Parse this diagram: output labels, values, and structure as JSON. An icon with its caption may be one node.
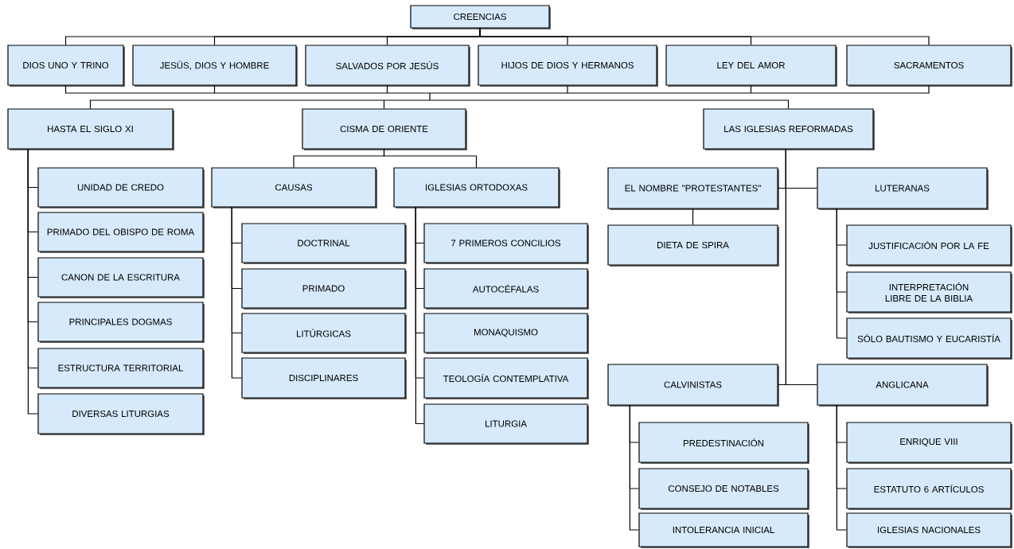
{
  "diagram": {
    "nodes": [
      {
        "text": [
          "CREENCIAS"
        ]
      },
      {
        "text": [
          "DIOS UNO Y TRINO"
        ]
      },
      {
        "text": [
          "JESÚS, DIOS Y HOMBRE"
        ]
      },
      {
        "text": [
          "SALVADOS POR JESÚS"
        ]
      },
      {
        "text": [
          "HIJOS DE DIOS Y HERMANOS"
        ]
      },
      {
        "text": [
          "LEY DEL AMOR"
        ]
      },
      {
        "text": [
          "SACRAMENTOS"
        ]
      },
      {
        "text": [
          "HASTA EL SIGLO XI"
        ]
      },
      {
        "text": [
          "CISMA DE ORIENTE"
        ]
      },
      {
        "text": [
          "LAS IGLESIAS REFORMADAS"
        ]
      },
      {
        "text": [
          "UNIDAD DE CREDO"
        ]
      },
      {
        "text": [
          "PRIMADO DEL OBISPO DE ROMA"
        ]
      },
      {
        "text": [
          "CANON DE LA ESCRITURA"
        ]
      },
      {
        "text": [
          "PRINCIPALES DOGMAS"
        ]
      },
      {
        "text": [
          "ESTRUCTURA TERRITORIAL"
        ]
      },
      {
        "text": [
          "DIVERSAS LITURGIAS"
        ]
      },
      {
        "text": [
          "CAUSAS"
        ]
      },
      {
        "text": [
          "IGLESIAS ORTODOXAS"
        ]
      },
      {
        "text": [
          "DOCTRINAL"
        ]
      },
      {
        "text": [
          "PRIMADO"
        ]
      },
      {
        "text": [
          "LITÚRGICAS"
        ]
      },
      {
        "text": [
          "DISCIPLINARES"
        ]
      },
      {
        "text": [
          "7 PRIMEROS CONCILIOS"
        ]
      },
      {
        "text": [
          "AUTOCÉFALAS"
        ]
      },
      {
        "text": [
          "MONAQUISMO"
        ]
      },
      {
        "text": [
          "TEOLOGÍA CONTEMPLATIVA"
        ]
      },
      {
        "text": [
          "LITURGIA"
        ]
      },
      {
        "text": [
          "EL NOMBRE \"PROTESTANTES\""
        ]
      },
      {
        "text": [
          "DIETA DE SPIRA"
        ]
      },
      {
        "text": [
          "LUTERANAS"
        ]
      },
      {
        "text": [
          "JUSTIFICACIÓN POR LA FE"
        ]
      },
      {
        "text": [
          "INTERPRETACIÓN LIBRE DE LA BIBLIA"
        ]
      },
      {
        "text": [
          "SÓLO BAUTISMO Y EUCARISTÍA"
        ]
      },
      {
        "text": [
          "CALVINISTAS"
        ]
      },
      {
        "text": [
          "ANGLICANA"
        ]
      },
      {
        "text": [
          "PREDESTINACIÓN"
        ]
      },
      {
        "text": [
          "CONSEJO DE NOTABLES"
        ]
      },
      {
        "text": [
          "INTOLERANCIA INICIAL"
        ]
      },
      {
        "text": [
          "ENRIQUE VIII"
        ]
      },
      {
        "text": [
          "ESTATUTO 6 ARTÍCULOS"
        ]
      },
      {
        "text": [
          "IGLESIAS NACIONALES"
        ]
      }
    ],
    "edges": [
      {
        "from": 0,
        "to": 1,
        "arrow": "none"
      },
      {
        "from": 0,
        "to": 2,
        "arrow": "none"
      },
      {
        "from": 0,
        "to": 3,
        "arrow": "none"
      },
      {
        "from": 0,
        "to": 4,
        "arrow": "none"
      },
      {
        "from": 0,
        "to": 5,
        "arrow": "none"
      },
      {
        "from": 0,
        "to": 6,
        "arrow": "none"
      },
      {
        "from": 1,
        "to": 7,
        "arrow": "none"
      },
      {
        "from": 1,
        "to": 8,
        "arrow": "none"
      },
      {
        "from": 1,
        "to": 9,
        "arrow": "none"
      },
      {
        "from": 2,
        "to": 7,
        "arrow": "none"
      },
      {
        "from": 2,
        "to": 8,
        "arrow": "none"
      },
      {
        "from": 2,
        "to": 9,
        "arrow": "none"
      },
      {
        "from": 3,
        "to": 7,
        "arrow": "none"
      },
      {
        "from": 3,
        "to": 8,
        "arrow": "none"
      },
      {
        "from": 3,
        "to": 9,
        "arrow": "none"
      },
      {
        "from": 4,
        "to": 7,
        "arrow": "none"
      },
      {
        "from": 4,
        "to": 8,
        "arrow": "none"
      },
      {
        "from": 4,
        "to": 9,
        "arrow": "none"
      },
      {
        "from": 5,
        "to": 7,
        "arrow": "none"
      },
      {
        "from": 5,
        "to": 8,
        "arrow": "none"
      },
      {
        "from": 5,
        "to": 9,
        "arrow": "none"
      },
      {
        "from": 6,
        "to": 7,
        "arrow": "none"
      },
      {
        "from": 6,
        "to": 8,
        "arrow": "none"
      },
      {
        "from": 6,
        "to": 9,
        "arrow": "none"
      },
      {
        "from": 7,
        "to": 10,
        "arrow": "none"
      },
      {
        "from": 7,
        "to": 11,
        "arrow": "none"
      },
      {
        "from": 7,
        "to": 12,
        "arrow": "none"
      },
      {
        "from": 7,
        "to": 13,
        "arrow": "none"
      },
      {
        "from": 7,
        "to": 14,
        "arrow": "none"
      },
      {
        "from": 7,
        "to": 15,
        "arrow": "none"
      },
      {
        "from": 8,
        "to": 16,
        "arrow": "none"
      },
      {
        "from": 8,
        "to": 17,
        "arrow": "none"
      },
      {
        "from": 16,
        "to": 18,
        "arrow": "none"
      },
      {
        "from": 16,
        "to": 19,
        "arrow": "none"
      },
      {
        "from": 16,
        "to": 20,
        "arrow": "none"
      },
      {
        "from": 16,
        "to": 21,
        "arrow": "none"
      },
      {
        "from": 17,
        "to": 22,
        "arrow": "none"
      },
      {
        "from": 17,
        "to": 23,
        "arrow": "none"
      },
      {
        "from": 17,
        "to": 24,
        "arrow": "none"
      },
      {
        "from": 17,
        "to": 25,
        "arrow": "none"
      },
      {
        "from": 17,
        "to": 26,
        "arrow": "none"
      },
      {
        "from": 9,
        "to": 27,
        "arrow": "none"
      },
      {
        "from": 9,
        "to": 29,
        "arrow": "none"
      },
      {
        "from": 9,
        "to": 33,
        "arrow": "none"
      },
      {
        "from": 9,
        "to": 34,
        "arrow": "none"
      },
      {
        "from": 27,
        "to": 28,
        "arrow": "none"
      },
      {
        "from": 29,
        "to": 30,
        "arrow": "none"
      },
      {
        "from": 29,
        "to": 31,
        "arrow": "none"
      },
      {
        "from": 29,
        "to": 32,
        "arrow": "none"
      },
      {
        "from": 33,
        "to": 35,
        "arrow": "none"
      },
      {
        "from": 33,
        "to": 36,
        "arrow": "none"
      },
      {
        "from": 33,
        "to": 37,
        "arrow": "none"
      },
      {
        "from": 34,
        "to": 38,
        "arrow": "none"
      },
      {
        "from": 34,
        "to": 39,
        "arrow": "none"
      },
      {
        "from": 34,
        "to": 40,
        "arrow": "none"
      }
    ]
  }
}
